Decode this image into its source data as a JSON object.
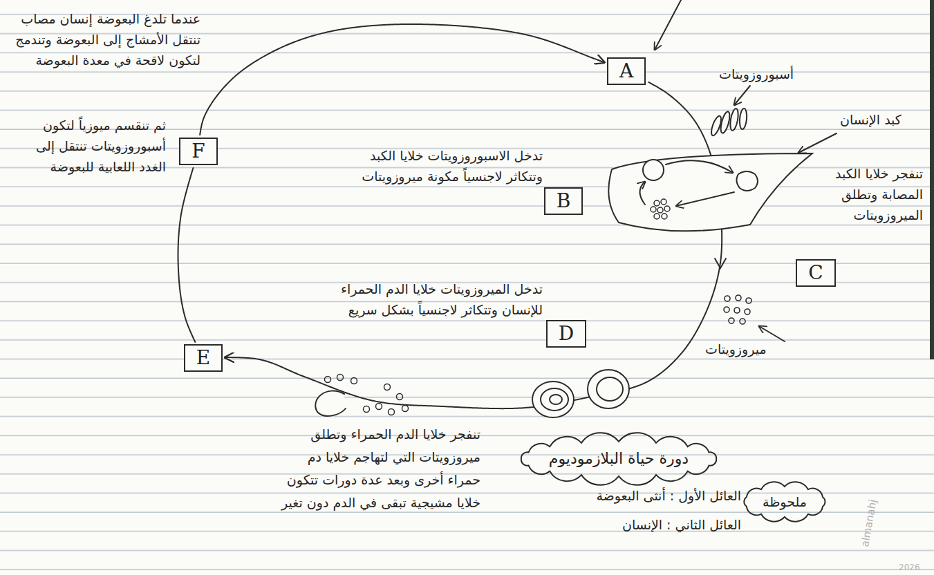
{
  "diagram": {
    "title": "دورة حياة البلازموديوم",
    "nodes": [
      {
        "text": [
          "A"
        ]
      },
      {
        "text": [
          "B"
        ]
      },
      {
        "text": [
          "C"
        ]
      },
      {
        "text": [
          "D"
        ]
      },
      {
        "text": [
          "E"
        ]
      },
      {
        "text": [
          "F"
        ]
      },
      {
        "text": [
          "ملحوظة"
        ]
      }
    ],
    "edges": [
      {
        "from": 5,
        "to": 0,
        "arrow": "to"
      },
      {
        "from": 0,
        "to": 4,
        "arrow": "to"
      },
      {
        "from": 4,
        "to": 5,
        "arrow": "none"
      }
    ],
    "labels": [
      "أسبوروزويتات",
      "كبد الإنسان",
      "تدخل الاسبوروزويتات خلايا الكبد وتتكاثر لاجنسياً مكونة ميروزويتات",
      "تنفجر خلايا الكبد المصابة وتطلق الميروزويتات",
      "ميروزويتات",
      "تدخل الميروزويتات خلايا الدم الحمراء للإنسان وتتكاثر لاجنسياً بشكل سريع",
      "تنفجر خلايا الدم الحمراء وتطلق ميروزويتات التي لتهاجم خلايا دم حمراء أخرى وبعد عدة دورات تتكون خلايا مشيجية تبقى في الدم دون تغير",
      "عندما تلدغ البعوضة إنسان مصاب تنتقل الأمشاج إلى البعوضة وتندمج لتكون لاقحة في معدة البعوضة",
      "ثم تنقسم ميوزياً لتكون أسبوروزويتات تنتقل إلى الغدد اللعابية للبعوضة",
      "العائل الأول : أنثى البعوضة",
      "العائل الثاني : الإنسان",
      "almanahj",
      "2026"
    ]
  }
}
